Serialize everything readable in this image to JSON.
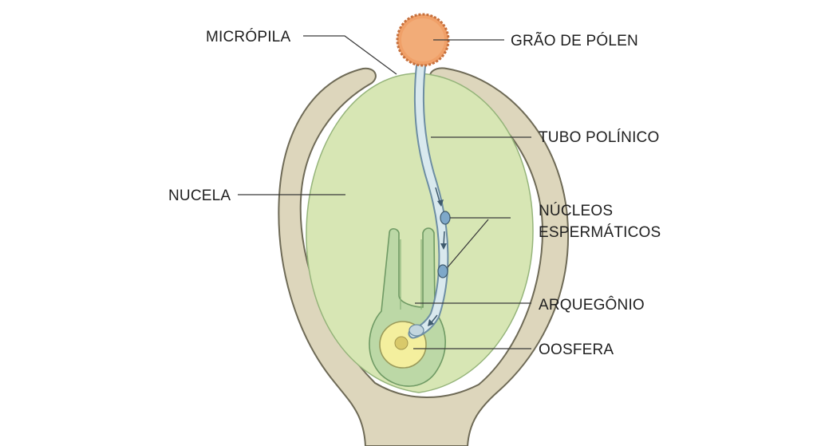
{
  "labels": {
    "micropyle": "MICRÓPILA",
    "pollen_grain": "GRÃO DE PÓLEN",
    "pollen_tube": "TUBO POLÍNICO",
    "nucellus": "NUCELA",
    "sperm_nuclei_line1": "NÚCLEOS",
    "sperm_nuclei_line2": "ESPERMÁTICOS",
    "archegonium": "ARQUEGÔNIO",
    "egg_cell": "OOSFERA"
  },
  "colors": {
    "integument": "#ddd6bc",
    "integument_stroke": "#6e6a56",
    "nucellus": "#d7e6b4",
    "archegonium": "#bcd8a6",
    "pollen": "#f0a068",
    "tube": "#cfe0e6",
    "sperm_nucleus": "#7ea8c9",
    "egg": "#f4ef9e"
  }
}
